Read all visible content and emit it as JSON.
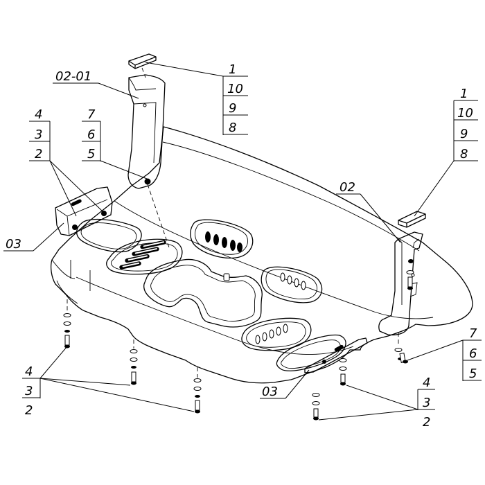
{
  "labels": {
    "top_bracket_stack": [
      "1",
      "10",
      "9",
      "8"
    ],
    "bracket_left": "02-01",
    "left_upper_stack": [
      "4",
      "3",
      "2"
    ],
    "left_mid_stack": [
      "7",
      "6",
      "5"
    ],
    "right_upper_stack": [
      "1",
      "10",
      "9",
      "8"
    ],
    "bracket_right": "02",
    "strip_left": "03",
    "right_mid_stack": [
      "7",
      "6",
      "5"
    ],
    "bottom_left_stack": [
      "4",
      "3",
      "2"
    ],
    "strip_bottom": "03",
    "bottom_right_stack": [
      "4",
      "3",
      "2"
    ]
  }
}
